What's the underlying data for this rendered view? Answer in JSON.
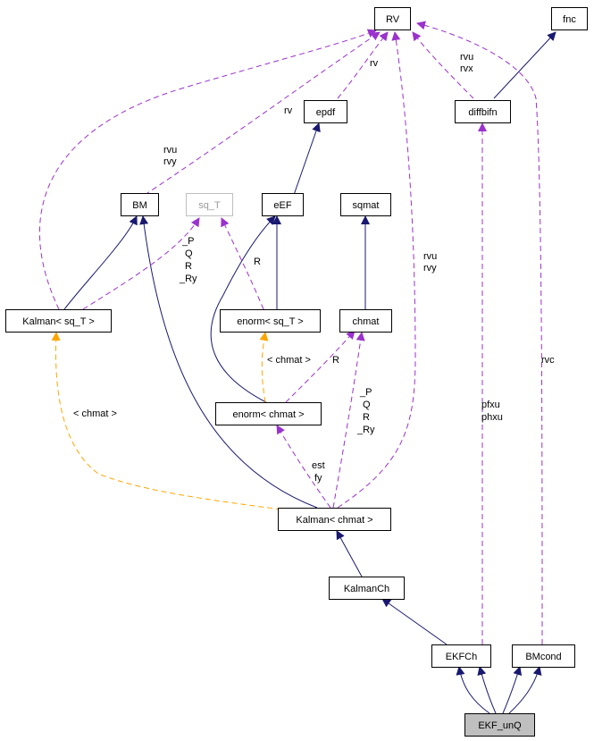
{
  "nodes": {
    "rv": "RV",
    "fnc": "fnc",
    "epdf": "epdf",
    "diffbifn": "diffbifn",
    "bm": "BM",
    "sq_t": "sq_T",
    "eef": "eEF",
    "sqmat": "sqmat",
    "kalman_sqt": "Kalman< sq_T >",
    "enorm_sqt": "enorm< sq_T >",
    "chmat": "chmat",
    "enorm_chmat": "enorm< chmat >",
    "kalman_chmat": "Kalman< chmat >",
    "kalmanch": "KalmanCh",
    "ekfch": "EKFCh",
    "bmcond": "BMcond",
    "ekf_unq": "EKF_unQ"
  },
  "edge_labels": {
    "rvu_rvx": [
      "rvu",
      "rvx"
    ],
    "rv_epdf": "rv",
    "rv_bm": "rv",
    "rvu_rvy_kalman": [
      "rvu",
      "rvy"
    ],
    "p_q_r_ry_kalman": [
      "_P",
      "Q",
      "R",
      "_Ry"
    ],
    "r_enorm": "R",
    "chmat_tmpl": "< chmat >",
    "r_chmat": "R",
    "chmat_kalman_tmpl": "< chmat >",
    "p_q_r_ry_chmat": [
      "_P",
      "Q",
      "R",
      "_Ry"
    ],
    "est_fy": [
      "est",
      "fy"
    ],
    "rvu_rvy_chmat": [
      "rvu",
      "rvy"
    ],
    "pfxu_phxu": [
      "pfxu",
      "phxu"
    ],
    "rvc": "rvc"
  },
  "colors": {
    "inheritance": "#191970",
    "usage": "#9a32cd",
    "template": "#ffa500",
    "highlight_fill": "#bfbfbf"
  }
}
